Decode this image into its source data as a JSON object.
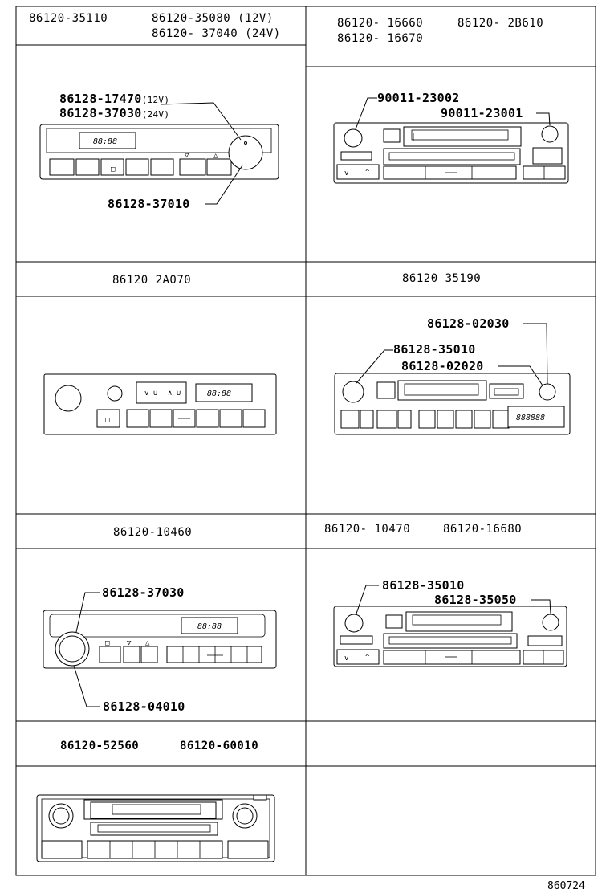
{
  "cells": {
    "c1": {
      "header": [
        "86120-35110",
        "86120-35080 (12V)",
        "86120- 37040 (24V)"
      ],
      "callouts": {
        "a_main": "86128-17470",
        "a_suffix": "(12V)",
        "b_main": "86128-37030",
        "b_suffix": "(24V)",
        "c": "86128-37010"
      },
      "lcd": "88:88"
    },
    "c2": {
      "header": [
        "86120- 16660",
        "86120- 2B610",
        "86120- 16670"
      ],
      "callouts": {
        "a": "90011-23002",
        "b": "90011-23001"
      }
    },
    "c3": {
      "header": [
        "86120 2A070"
      ],
      "lcd": "88:88"
    },
    "c4": {
      "header": [
        "86120 35190"
      ],
      "callouts": {
        "a": "86128-02030",
        "b": "86128-35010",
        "c": "86128-02020"
      },
      "lcd": "888888"
    },
    "c5": {
      "header": [
        "86120-10460"
      ],
      "callouts": {
        "a": "86128-37030",
        "b": "86128-04010"
      },
      "lcd": "88:88"
    },
    "c6": {
      "header": [
        "86120- 10470",
        "86120-16680"
      ],
      "callouts": {
        "a": "86128-35010",
        "b": "86128-35050"
      }
    },
    "c7": {
      "header": [
        "86120-52560",
        "86120-60010"
      ]
    },
    "c8": {
      "header": []
    }
  },
  "footer": {
    "code": "860724"
  }
}
